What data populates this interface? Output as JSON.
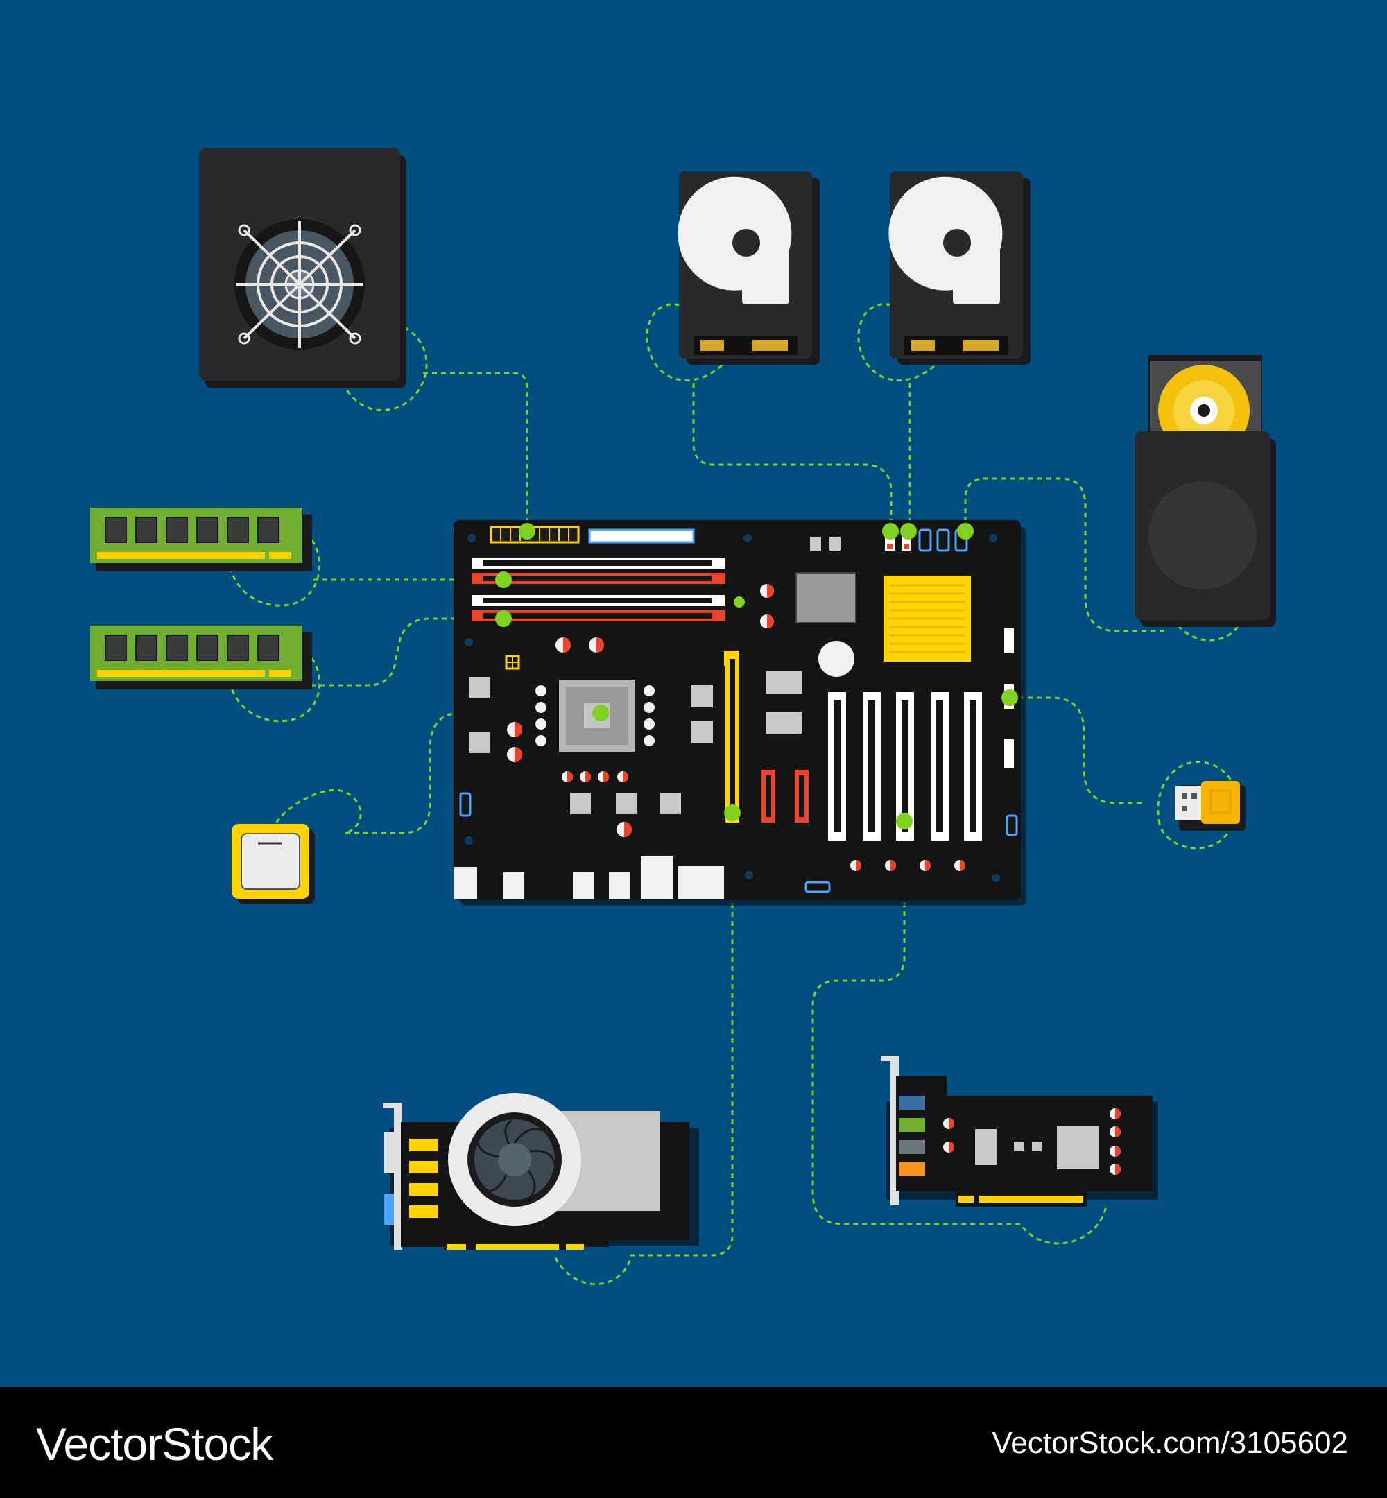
{
  "footer": {
    "brand": "VectorStock",
    "url": "VectorStock.com/3105602"
  },
  "colors": {
    "background": "#004d80",
    "connector": "#7ed321",
    "board": "#141414",
    "component_dark": "#2a2a2c",
    "ram_pcb": "#6fae2e",
    "cpu_gold": "#ffd400",
    "ram_slot_red": "#e8452c",
    "footer_bg": "#000000"
  },
  "components": [
    {
      "name": "power-supply",
      "icon": "fan-grille-icon"
    },
    {
      "name": "hard-drive-1",
      "icon": "hard-disk-icon"
    },
    {
      "name": "hard-drive-2",
      "icon": "hard-disk-icon"
    },
    {
      "name": "optical-drive",
      "icon": "disc-icon"
    },
    {
      "name": "ram-module-1",
      "icon": "memory-icon"
    },
    {
      "name": "ram-module-2",
      "icon": "memory-icon"
    },
    {
      "name": "cpu",
      "icon": "processor-icon"
    },
    {
      "name": "motherboard",
      "icon": "motherboard-icon"
    },
    {
      "name": "usb-flash-drive",
      "icon": "usb-icon"
    },
    {
      "name": "graphics-card",
      "icon": "gpu-fan-icon"
    },
    {
      "name": "sound-card",
      "icon": "audio-jack-icon"
    }
  ]
}
